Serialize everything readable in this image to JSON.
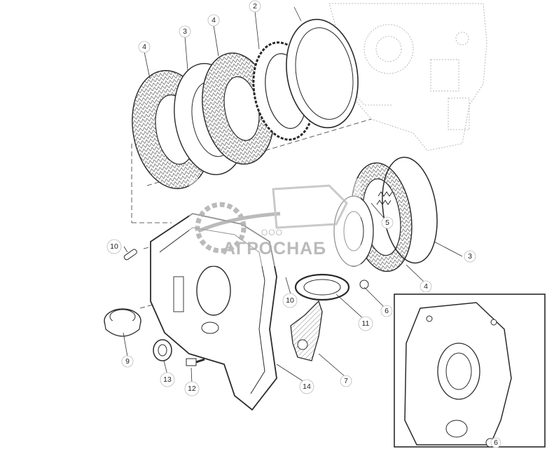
{
  "callouts": [
    {
      "id": "c2",
      "label": "2"
    },
    {
      "id": "c3a",
      "label": "3"
    },
    {
      "id": "c4a",
      "label": "4"
    },
    {
      "id": "c4b",
      "label": "4"
    },
    {
      "id": "c5",
      "label": "5"
    },
    {
      "id": "c3b",
      "label": "3"
    },
    {
      "id": "c4c",
      "label": "4"
    },
    {
      "id": "c6",
      "label": "6"
    },
    {
      "id": "c10a",
      "label": "10"
    },
    {
      "id": "c10b",
      "label": "10"
    },
    {
      "id": "c11",
      "label": "11"
    },
    {
      "id": "c9",
      "label": "9"
    },
    {
      "id": "c13",
      "label": "13"
    },
    {
      "id": "c12",
      "label": "12"
    },
    {
      "id": "c14",
      "label": "14"
    },
    {
      "id": "c7",
      "label": "7"
    },
    {
      "id": "c6b",
      "label": "6"
    }
  ],
  "watermark": {
    "prefix": "ООО",
    "name": "АГРОСНАБ"
  },
  "colors": {
    "line": "#2a2a2a",
    "ghost": "#b8b8b8",
    "watermark": "#b3b3b3",
    "background": "#ffffff"
  }
}
